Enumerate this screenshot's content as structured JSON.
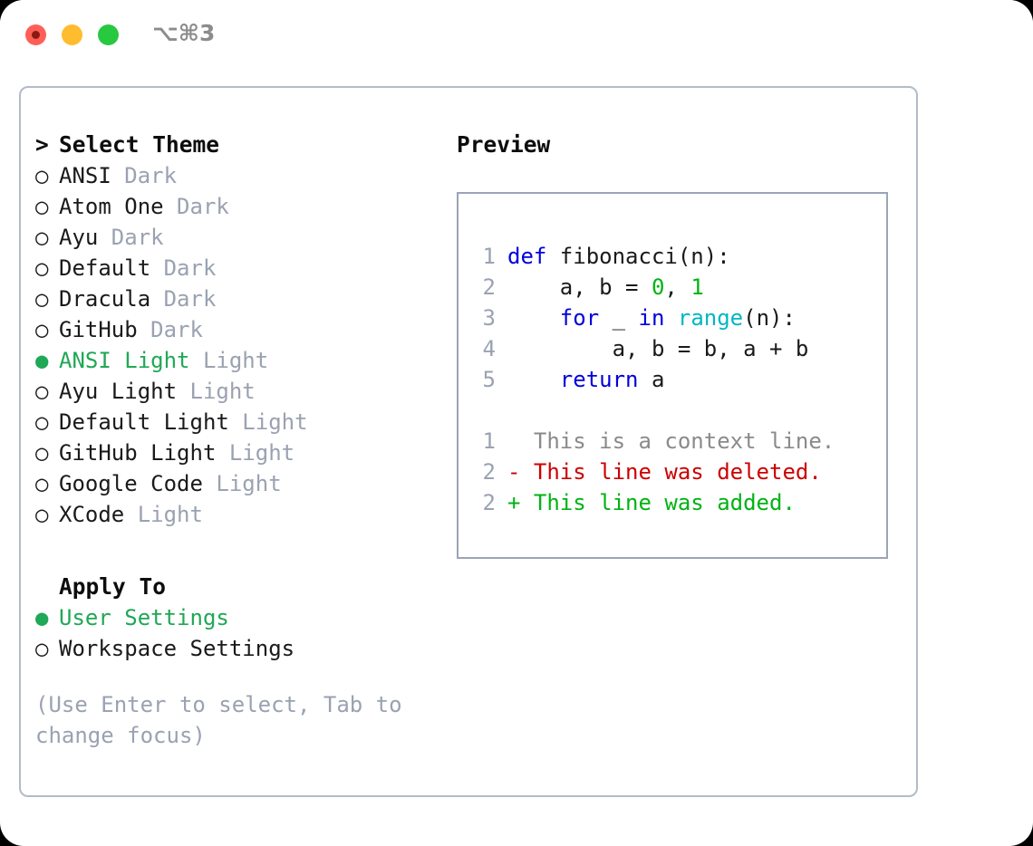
{
  "titlebar": {
    "shortcut_label": "⌥⌘3",
    "traffic_lights": [
      "close",
      "minimize",
      "maximize"
    ]
  },
  "theme_picker": {
    "header": "Select Theme",
    "caret": ">",
    "bullet_selected": "●",
    "bullet_unselected": "○",
    "items": [
      {
        "name": "ANSI",
        "kind": "Dark",
        "selected": false
      },
      {
        "name": "Atom One",
        "kind": "Dark",
        "selected": false
      },
      {
        "name": "Ayu",
        "kind": "Dark",
        "selected": false
      },
      {
        "name": "Default",
        "kind": "Dark",
        "selected": false
      },
      {
        "name": "Dracula",
        "kind": "Dark",
        "selected": false
      },
      {
        "name": "GitHub",
        "kind": "Dark",
        "selected": false
      },
      {
        "name": "ANSI Light",
        "kind": "Light",
        "selected": true
      },
      {
        "name": "Ayu Light",
        "kind": "Light",
        "selected": false
      },
      {
        "name": "Default Light",
        "kind": "Light",
        "selected": false
      },
      {
        "name": "GitHub Light",
        "kind": "Light",
        "selected": false
      },
      {
        "name": "Google Code",
        "kind": "Light",
        "selected": false
      },
      {
        "name": "XCode",
        "kind": "Light",
        "selected": false
      }
    ]
  },
  "apply_to": {
    "title": "Apply To",
    "options": [
      {
        "label": "User Settings",
        "selected": true
      },
      {
        "label": "Workspace Settings",
        "selected": false
      }
    ]
  },
  "hint": "(Use Enter to select, Tab to change focus)",
  "preview": {
    "title": "Preview",
    "code_lines": [
      {
        "n": "1",
        "tokens": [
          {
            "t": "def",
            "c": "kw"
          },
          {
            "t": " fibonacci(n):",
            "c": "plain"
          }
        ]
      },
      {
        "n": "2",
        "tokens": [
          {
            "t": "    a, b = ",
            "c": "plain"
          },
          {
            "t": "0",
            "c": "num"
          },
          {
            "t": ", ",
            "c": "plain"
          },
          {
            "t": "1",
            "c": "num"
          }
        ]
      },
      {
        "n": "3",
        "tokens": [
          {
            "t": "    ",
            "c": "plain"
          },
          {
            "t": "for",
            "c": "kw"
          },
          {
            "t": " _ ",
            "c": "plain"
          },
          {
            "t": "in",
            "c": "kw"
          },
          {
            "t": " ",
            "c": "plain"
          },
          {
            "t": "range",
            "c": "fn"
          },
          {
            "t": "(n):",
            "c": "plain"
          }
        ]
      },
      {
        "n": "4",
        "tokens": [
          {
            "t": "        a, b = b, a + b",
            "c": "plain"
          }
        ]
      },
      {
        "n": "5",
        "tokens": [
          {
            "t": "    ",
            "c": "plain"
          },
          {
            "t": "return",
            "c": "kw"
          },
          {
            "t": " a",
            "c": "plain"
          }
        ]
      }
    ],
    "diff_lines": [
      {
        "n": "1",
        "marker": "  ",
        "text": "This is a context line.",
        "kind": "ctx"
      },
      {
        "n": "2",
        "marker": "- ",
        "text": "This line was deleted.",
        "kind": "del"
      },
      {
        "n": "2",
        "marker": "+ ",
        "text": "This line was added.",
        "kind": "add"
      }
    ]
  },
  "colors": {
    "accent_green": "#1fa855",
    "dim_gray": "#9aa2b1",
    "keyword_blue": "#0000dd",
    "function_cyan": "#00b7c3",
    "number_green": "#00b312",
    "diff_delete_red": "#cc0000",
    "diff_add_green": "#00b312",
    "border": "#b3bbc9",
    "traffic_red": "#ff5f57",
    "traffic_yellow": "#febc2e",
    "traffic_green": "#28c840"
  }
}
